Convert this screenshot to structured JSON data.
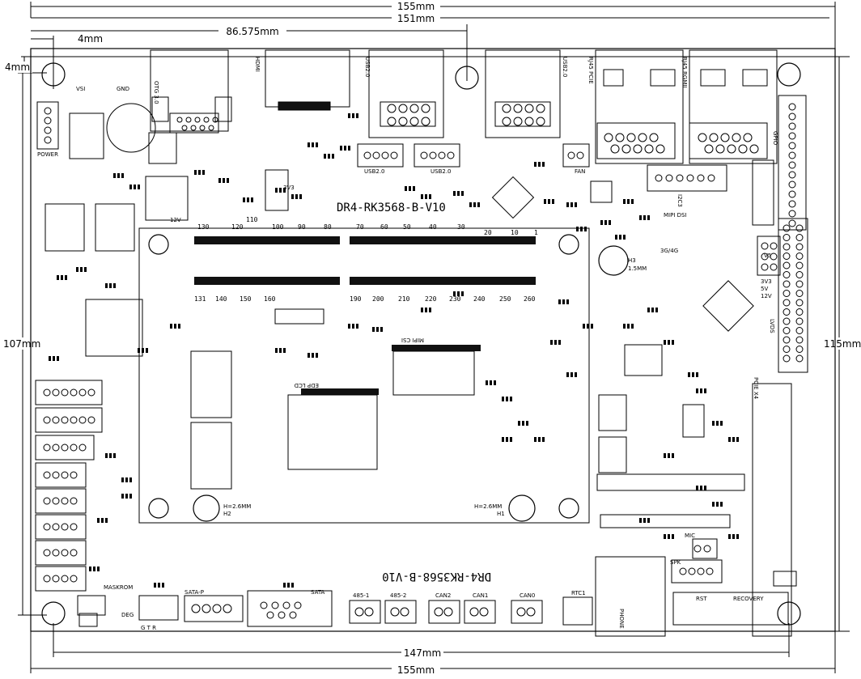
{
  "dimensions": {
    "top_width_outer": "155mm",
    "top_width_inner": "151mm",
    "offset_hole_to_connector": "86.575mm",
    "hole_margin_x": "4mm",
    "hole_margin_y": "4mm",
    "left_height": "107mm",
    "right_height": "115mm",
    "bottom_width_inner": "147mm",
    "bottom_width_outer": "155mm"
  },
  "board": {
    "name_top": "DR4-RK3568-B-V10",
    "name_bottom": "DR4-RK3568-B-V10",
    "colors": {
      "line": "#000000",
      "background": "#ffffff"
    }
  },
  "labels": {
    "otg": "OTG 3.0",
    "hdmi": "HDMI",
    "usb1": "USB2.0",
    "usb2": "USB2.0",
    "usb_a": "USB2.0",
    "usb_b": "USB2.0",
    "rj45_pcie": "RJ45 PCIE",
    "rj45_rgmii": "RJ45 RGMII",
    "gpio": "GPIO",
    "fan": "FAN",
    "mipi_dsi": "MIPI DSI",
    "mipi_csi": "MIPI CSI",
    "edp_lcd": "EDP LCD",
    "g34": "3G/4G",
    "h3": "H3",
    "h3_size": "1.5MM",
    "lvds": "LVDS",
    "pcie_x4": "PCIE X4",
    "h2": "H2",
    "h2_size": "H=2.6MM",
    "h1": "H1",
    "h1_size": "H=2.6MM",
    "power": "POWER",
    "v12": "12V",
    "v3v3": "3V3",
    "vsi": "VSI",
    "gnd": "GND",
    "mic": "MIC",
    "spk": "SPK",
    "rst": "RST",
    "recovery": "RECOVERY",
    "maskrom": "MASKROM",
    "deg": "DEG",
    "gtr": "G  T  R",
    "sata_p": "SATA-P",
    "sata": "SATA",
    "rs485_1": "485-1",
    "rs485_2": "485-2",
    "can2": "CAN2",
    "can1": "CAN1",
    "can0": "CAN0",
    "rtc1": "RTC1",
    "phone": "PHONE",
    "volt_sel": "3V3\n5V\n12V",
    "i2c_sel": "I2C3",
    "v5": "V5",
    "pin_1": "1",
    "pin_10": "10",
    "pin_20": "20",
    "pin_30": "30",
    "pin_40": "40",
    "pin_50": "50",
    "pin_60": "60",
    "pin_70": "70",
    "pin_80": "80",
    "pin_90": "90",
    "pin_100": "100",
    "pin_110": "110",
    "pin_120": "120",
    "pin_130": "130",
    "pin_131": "131",
    "pin_140": "140",
    "pin_150": "150",
    "pin_160": "160",
    "pin_190": "190",
    "pin_200": "200",
    "pin_210": "210",
    "pin_220": "220",
    "pin_230": "230",
    "pin_240": "240",
    "pin_250": "250",
    "pin_260": "260"
  }
}
